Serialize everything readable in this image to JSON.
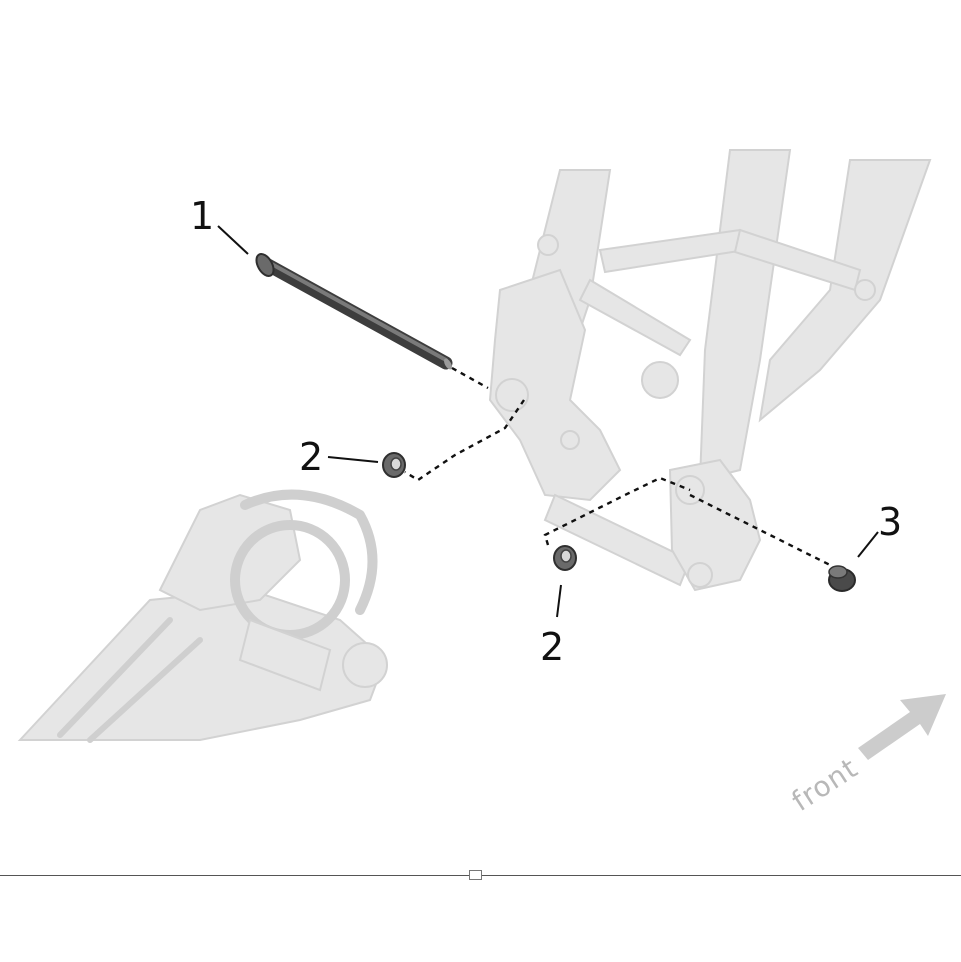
{
  "callouts": {
    "axle": "1",
    "bushing_left": "2",
    "bushing_lower": "2",
    "nut": "3"
  },
  "direction_label": "front",
  "colors": {
    "ghost_frame": "#e6e6e6",
    "parts": "#5a5a5a",
    "text": "#111111",
    "arrow": "#cccccc"
  }
}
